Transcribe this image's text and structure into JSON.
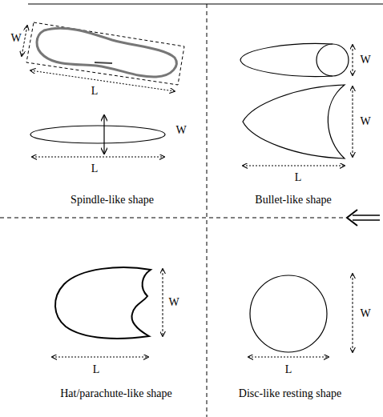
{
  "diagram": {
    "labels": [
      "W",
      "L",
      "W",
      "L",
      "Spindle-like shape",
      "W",
      "W",
      "L",
      "Bullet-like shape",
      "W",
      "W",
      "L",
      "L",
      "Hat/parachute-like shape",
      "Disc-like resting shape"
    ]
  }
}
